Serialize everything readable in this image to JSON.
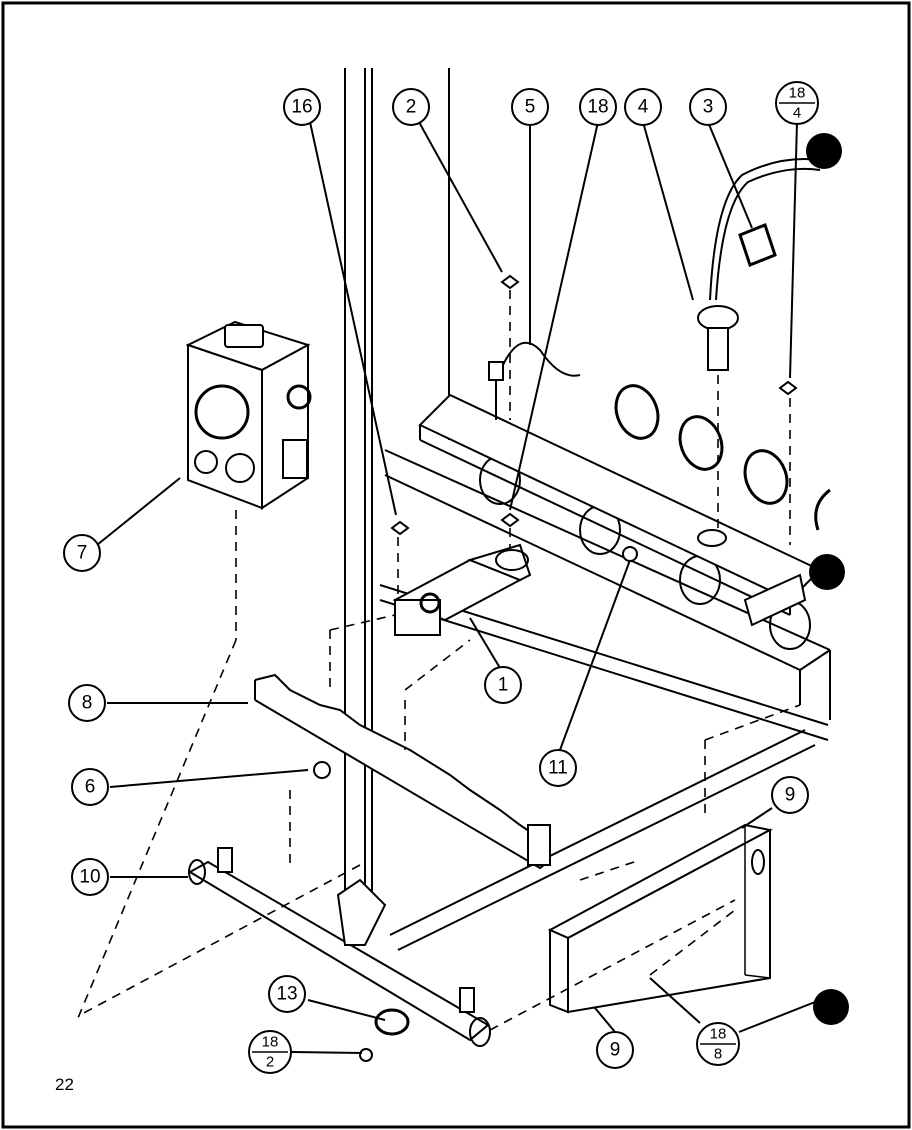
{
  "page_number": "22",
  "callouts": {
    "c1": "1",
    "c2": "2",
    "c3": "3",
    "c4": "4",
    "c5": "5",
    "c6": "6",
    "c7": "7",
    "c8": "8",
    "c9a": "9",
    "c9b": "9",
    "c10": "10",
    "c11": "11",
    "c13": "13",
    "c16": "16",
    "c18": "18"
  },
  "fraction_callouts": {
    "f18_4": {
      "top": "18",
      "bottom": "4"
    },
    "f18_2": {
      "top": "18",
      "bottom": "2"
    },
    "f18_8": {
      "top": "18",
      "bottom": "8"
    }
  }
}
